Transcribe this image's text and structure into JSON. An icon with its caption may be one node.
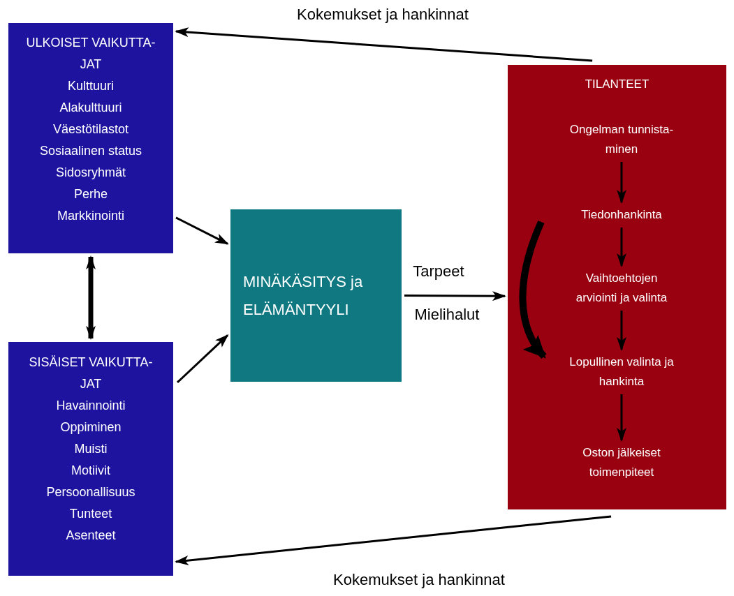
{
  "diagram": {
    "nodes": [
      {
        "text": [
          "ULKOISET VAIKUTTA- JAT",
          "Kulttuuri",
          "Alakulttuuri",
          "Väestötilastot",
          "Sosiaalinen status",
          "Sidosryhmät",
          "Perhe",
          "Markkinointi"
        ]
      },
      {
        "text": [
          "SISÄISET VAIKUTTA- JAT",
          "Havainnointi",
          "Oppiminen",
          "Muisti",
          "Motiivit",
          "Persoonallisuus",
          "Tunteet",
          "Asenteet"
        ]
      },
      {
        "text": [
          "MINÄKÄSITYS ja ELÄMÄNTYYLI"
        ]
      },
      {
        "text": [
          "TILANTEET"
        ]
      },
      {
        "text": [
          "Ongelman tunnista- minen"
        ],
        "in": 3
      },
      {
        "text": [
          "Tiedonhankinta"
        ],
        "in": 3
      },
      {
        "text": [
          "Vaihtoehtojen arviointi ja valinta"
        ],
        "in": 3
      },
      {
        "text": [
          "Lopullinen valinta ja hankinta"
        ],
        "in": 3
      },
      {
        "text": [
          "Oston jälkeiset toimenpiteet"
        ],
        "in": 3
      }
    ],
    "edges": [
      {
        "from": 3,
        "to": 0,
        "arrow": "to",
        "label": "Kokemukset ja hankinnat"
      },
      {
        "from": 3,
        "to": 1,
        "arrow": "to",
        "label": "Kokemukset ja hankinnat"
      },
      {
        "from": 0,
        "to": 2,
        "arrow": "to"
      },
      {
        "from": 1,
        "to": 2,
        "arrow": "to"
      },
      {
        "from": 0,
        "to": 1,
        "arrow": "both",
        "style": "thick"
      },
      {
        "from": 2,
        "to": 3,
        "arrow": "to",
        "label": "Tarpeet"
      },
      {
        "from": 4,
        "to": 5,
        "arrow": "to"
      },
      {
        "from": 5,
        "to": 6,
        "arrow": "to"
      },
      {
        "from": 6,
        "to": 7,
        "arrow": "to"
      },
      {
        "from": 7,
        "to": 8,
        "arrow": "to"
      },
      {
        "from": 5,
        "to": 7,
        "arrow": "to",
        "style": "thick"
      }
    ],
    "labels": [
      "Mielihalut"
    ]
  }
}
